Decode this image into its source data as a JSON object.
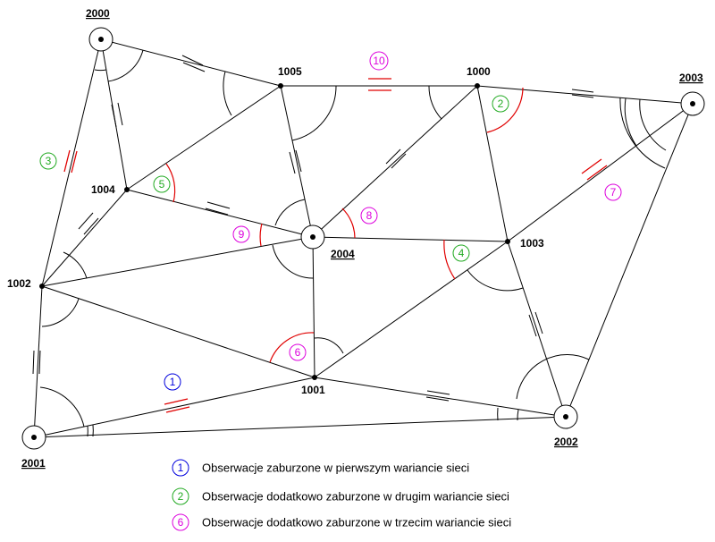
{
  "points": {
    "p2000": "2000",
    "p2001": "2001",
    "p2002": "2002",
    "p2003": "2003",
    "p2004": "2004",
    "p1000": "1000",
    "p1001": "1001",
    "p1002": "1002",
    "p1003": "1003",
    "p1004": "1004",
    "p1005": "1005"
  },
  "markers": {
    "m1": "1",
    "m2": "2",
    "m3": "3",
    "m4": "4",
    "m5": "5",
    "m6": "6",
    "m7": "7",
    "m8": "8",
    "m9": "9",
    "m10": "10"
  },
  "legend": {
    "item1_number": "1",
    "item1_text": "Obserwacje zaburzone w pierwszym wariancie sieci",
    "item2_number": "2",
    "item2_text": "Obserwacje dodatkowo zaburzone w drugim wariancie sieci",
    "item3_number": "6",
    "item3_text": "Obserwacje dodatkowo zaburzone w trzecim wariancie sieci"
  },
  "colors": {
    "variant1": "#0000dd",
    "variant2": "#22aa22",
    "variant3": "#dd00dd",
    "disturbed": "#e00000"
  }
}
